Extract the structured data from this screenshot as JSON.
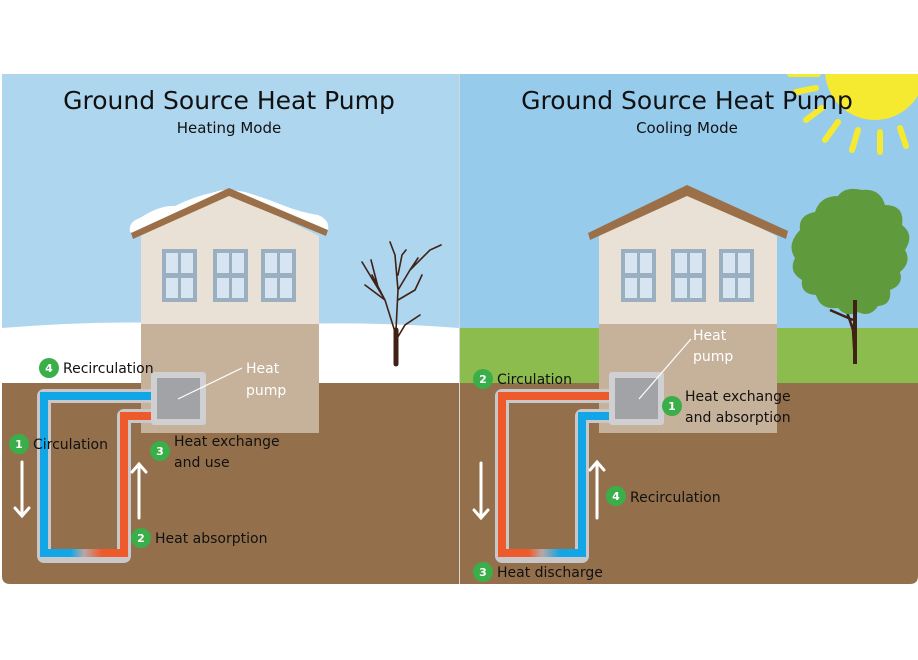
{
  "colors": {
    "sky_heating": "#aed6ef",
    "sky_cooling": "#97cbec",
    "snow": "#ffffff",
    "grass": "#8cbc4e",
    "soil": "#93704b",
    "house_wall": "#e9e1d5",
    "house_base": "#c6b29a",
    "roof": "#9b7048",
    "window_frame": "#9aafc0",
    "window_glass": "#d7e5f3",
    "pump_outer": "#d0d0d2",
    "pump_inner": "#a2a3a6",
    "pipe_cold": "#13a6e6",
    "pipe_hot": "#ef5a2b",
    "pipe_border": "#c8c8ca",
    "badge": "#3aae49",
    "sun": "#f5ea2f",
    "tree_leaves": "#5f9a3c",
    "trunk": "#3f2116"
  },
  "panels": [
    {
      "id": "heating",
      "title": "Ground Source Heat Pump",
      "subtitle": "Heating Mode",
      "pump_label_line1": "Heat",
      "pump_label_line2": "pump",
      "steps": [
        {
          "num": "1",
          "label": "Circulation"
        },
        {
          "num": "2",
          "label": "Heat absorption"
        },
        {
          "num": "3",
          "label_line1": "Heat exchange",
          "label_line2": "and use"
        },
        {
          "num": "4",
          "label": "Recirculation"
        }
      ]
    },
    {
      "id": "cooling",
      "title": "Ground Source Heat Pump",
      "subtitle": "Cooling Mode",
      "pump_label_line1": "Heat",
      "pump_label_line2": "pump",
      "steps": [
        {
          "num": "1",
          "label_line1": "Heat exchange",
          "label_line2": "and absorption"
        },
        {
          "num": "2",
          "label": "Circulation"
        },
        {
          "num": "3",
          "label": "Heat discharge"
        },
        {
          "num": "4",
          "label": "Recirculation"
        }
      ]
    }
  ]
}
